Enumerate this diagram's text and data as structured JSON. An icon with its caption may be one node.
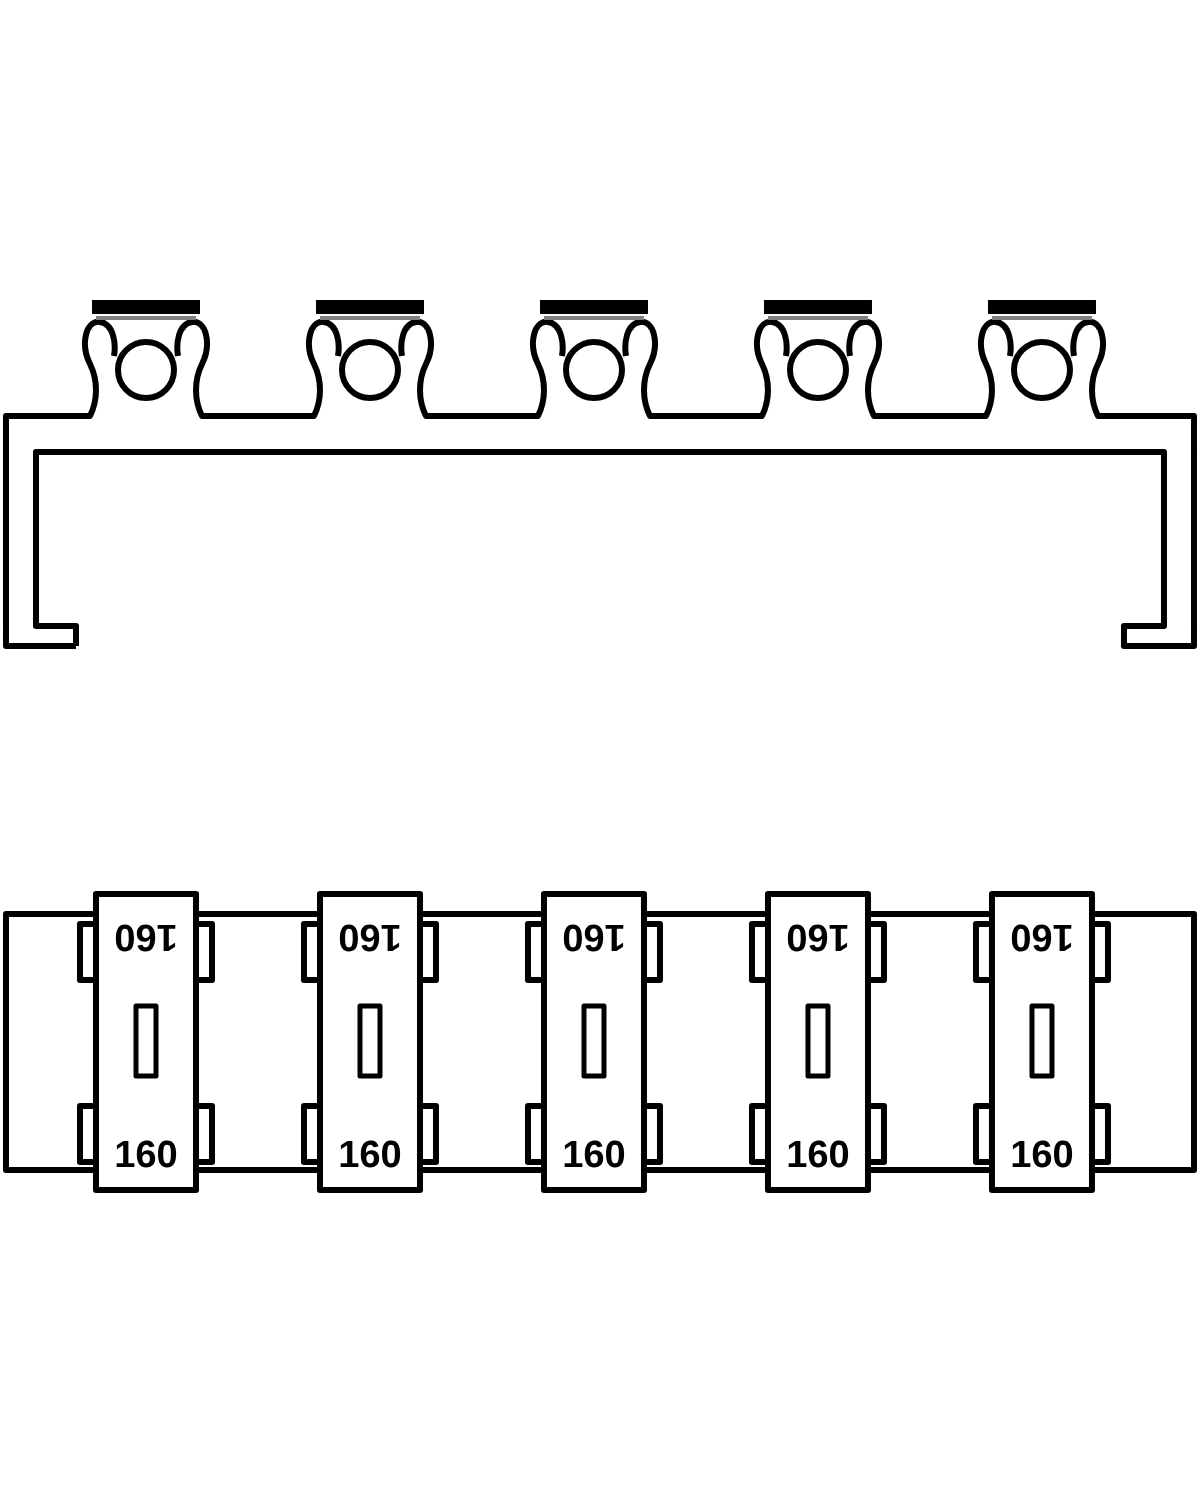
{
  "diagram": {
    "nodes": [
      {
        "text": [
          "160",
          "160"
        ]
      },
      {
        "text": [
          "160",
          "160"
        ]
      },
      {
        "text": [
          "160",
          "160"
        ]
      },
      {
        "text": [
          "160",
          "160"
        ]
      },
      {
        "text": [
          "160",
          "160"
        ]
      }
    ]
  }
}
